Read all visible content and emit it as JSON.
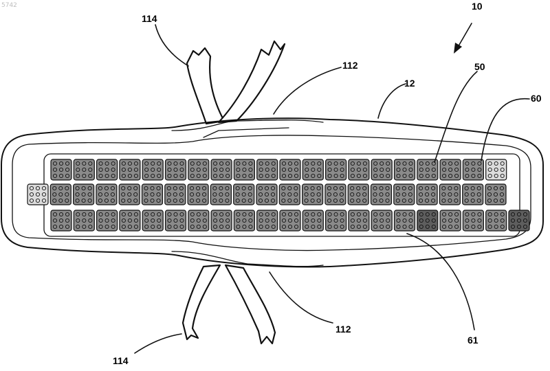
{
  "figure": {
    "corner_text": "5742",
    "labels": {
      "assembly": "10",
      "pad": "12",
      "pocket": "50",
      "insert": "60",
      "row": "61",
      "strap_upper_right": "112",
      "strap_lower": "112",
      "strap_upper_left": "114",
      "strap_lower_left": "114"
    },
    "cell_rows": [
      {
        "count": 20,
        "shade": "light-last"
      },
      {
        "count": 21,
        "shade": "light-first"
      },
      {
        "count": 21,
        "shade": "dark-mid"
      }
    ]
  }
}
